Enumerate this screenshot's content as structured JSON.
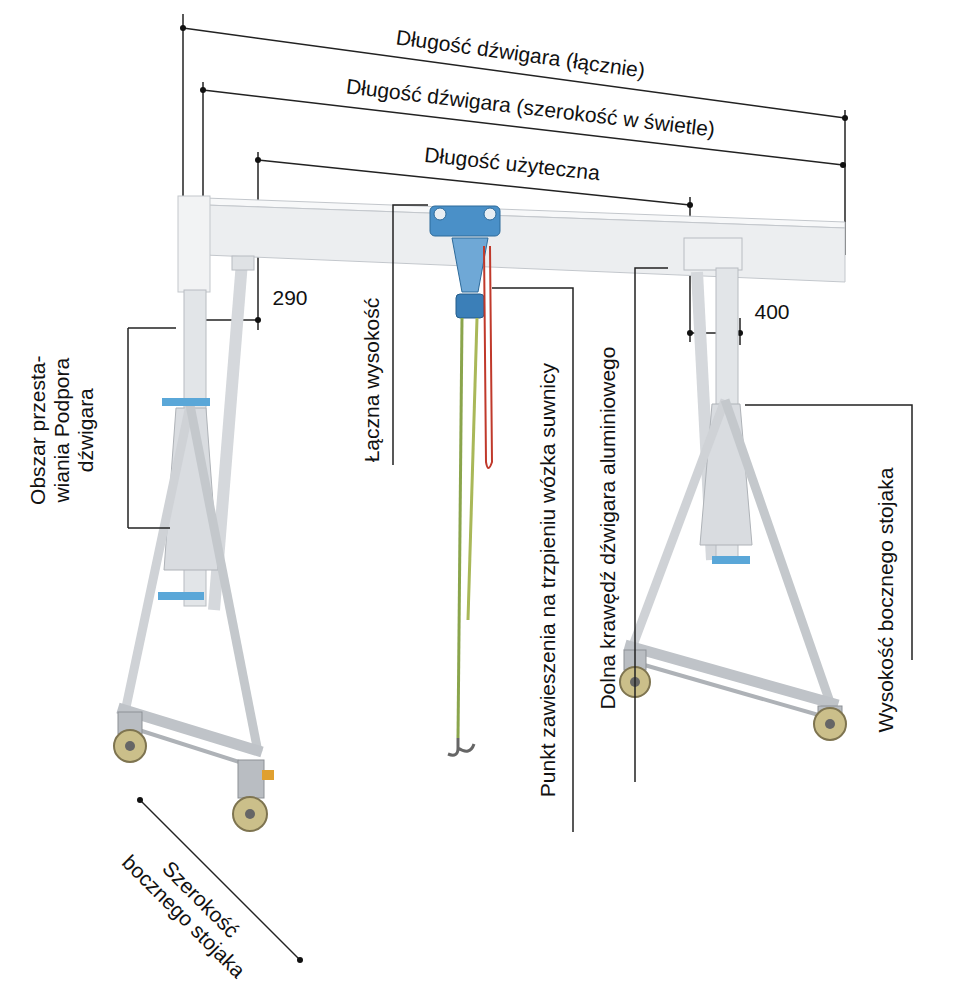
{
  "diagram": {
    "labels": [
      "Długość dźwigara (łącznie)",
      "Długość dźwigara (szerokość w świetle)",
      "Długość użyteczna",
      "290",
      "400",
      "Obszar przesta- wiania Podpora dźwigara",
      "Łączna wysokość",
      "Punkt zawieszenia na trzpieniu wózka suwnicy",
      "Dolna krawędź dźwigara aluminiowego",
      "Wysokość bocznego stojaka",
      "Szerokość bocznego stojaka"
    ]
  }
}
